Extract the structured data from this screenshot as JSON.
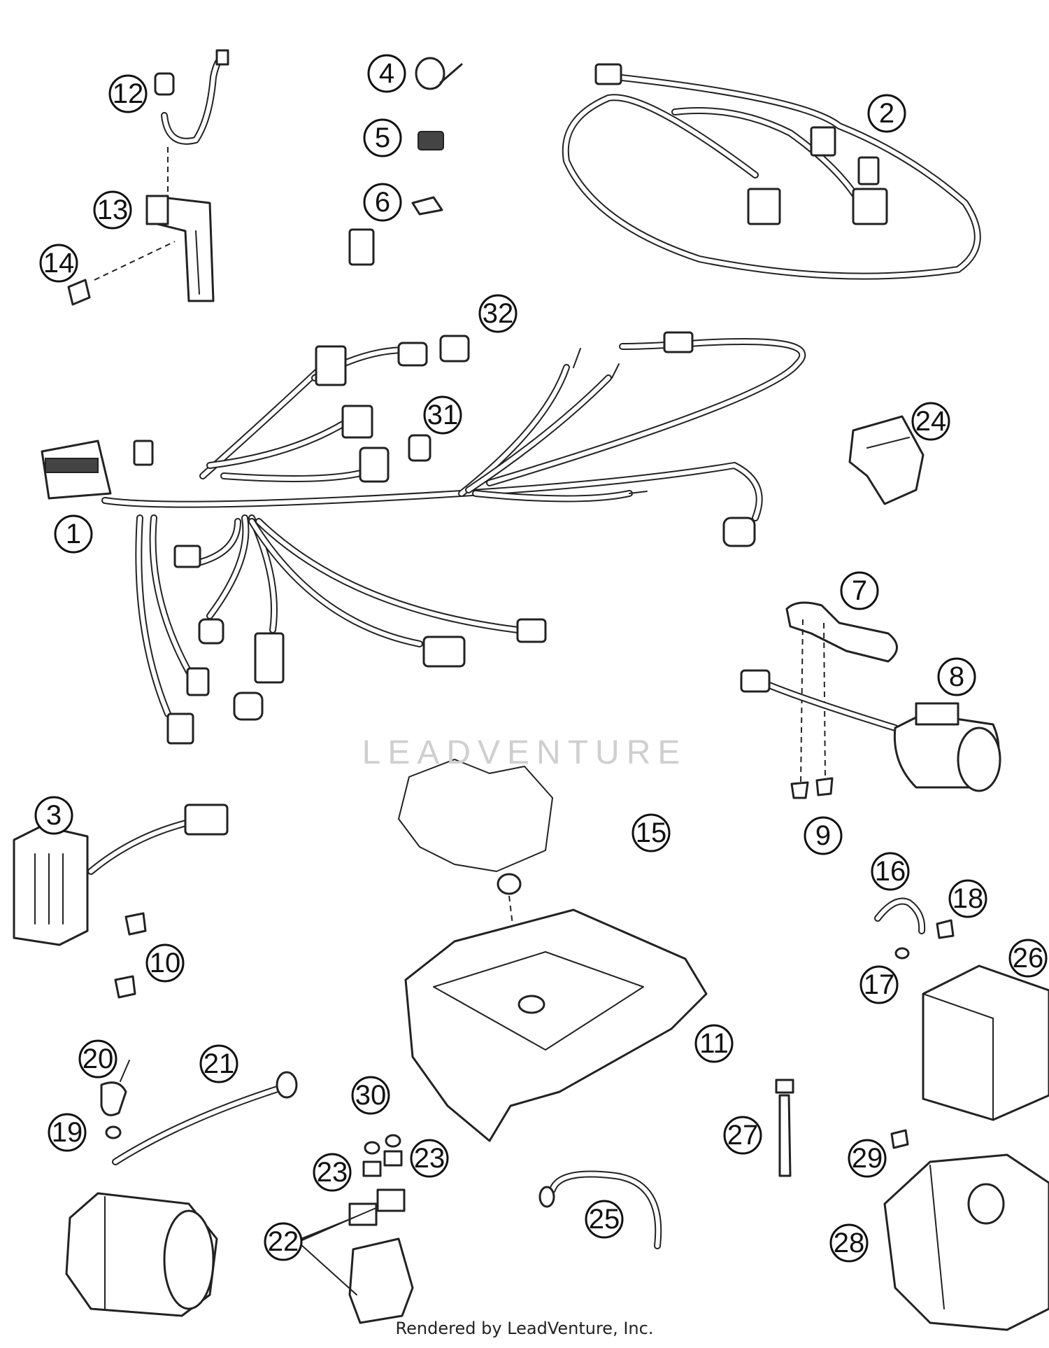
{
  "watermark": "LEADVENTURE",
  "footer": "Rendered by LeadVenture, Inc.",
  "callouts": [
    "1",
    "2",
    "3",
    "4",
    "5",
    "6",
    "7",
    "8",
    "9",
    "10",
    "11",
    "12",
    "13",
    "14",
    "15",
    "16",
    "17",
    "18",
    "19",
    "20",
    "21",
    "22",
    "23",
    "23",
    "24",
    "25",
    "26",
    "27",
    "28",
    "29",
    "30",
    "31",
    "32"
  ]
}
